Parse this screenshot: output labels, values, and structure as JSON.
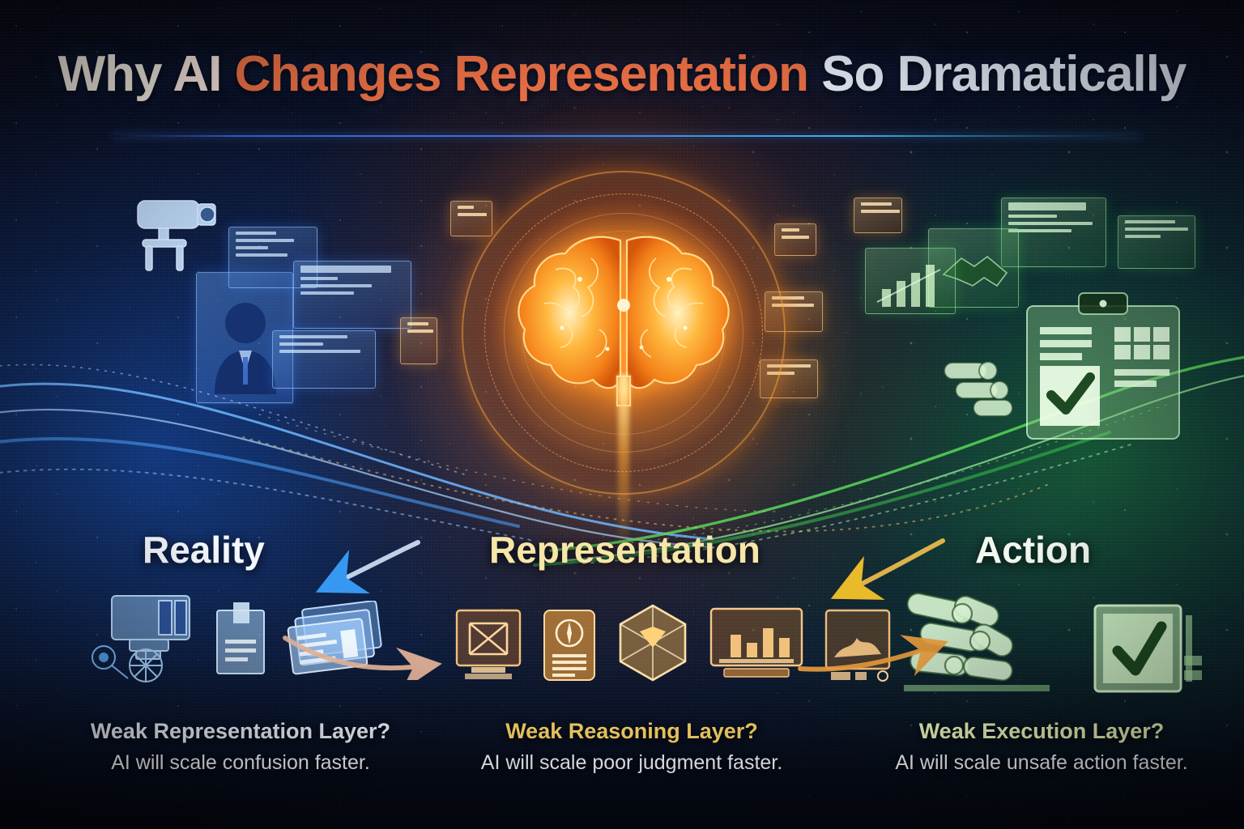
{
  "title": {
    "part1": "Why ",
    "part2": "AI ",
    "part3": "Changes Representation ",
    "part4": "So Dramatically",
    "full": "Why AI Changes Representation So Dramatically",
    "color_part3": "#ec7046",
    "color_part4": "#e7eefb",
    "divider_color": "#3e72e6"
  },
  "sections": {
    "reality": {
      "heading": "Reality",
      "heading_color": "#f2f6fd",
      "accent_color": "#2b6fd8",
      "icons": [
        "camera-icon",
        "document-icon",
        "file-cards-icon"
      ],
      "caption_question": "Weak Representation Layer?",
      "caption_answer": "AI will scale confusion faster.",
      "question_color": "#e9eef8"
    },
    "representation": {
      "heading": "Representation",
      "heading_color": "#f6e6a8",
      "accent_color": "#ef8d2e",
      "icons": [
        "network-diagram-icon",
        "document-icon",
        "hexagon-cube-icon",
        "bar-chart-icon",
        "area-chart-icon"
      ],
      "caption_question": "Weak Reasoning Layer?",
      "caption_answer": "AI will scale poor judgment faster.",
      "question_color": "#f4cf63"
    },
    "action": {
      "heading": "Action",
      "heading_color": "#f2f8ef",
      "accent_color": "#3cbf4a",
      "icons": [
        "robotic-hand-icon",
        "checkmark-box-icon"
      ],
      "caption_question": "Weak Execution Layer?",
      "caption_answer": "AI will scale unsafe action faster.",
      "question_color": "#e9f2b8"
    }
  },
  "center_graphic": {
    "name": "glowing-ai-brain",
    "glow_color": "#ff9a28",
    "ring_count": 4
  },
  "flow_arrows": [
    {
      "name": "reality-to-representation-arrow-in",
      "color": "#2f9ffb",
      "direction": "down-left"
    },
    {
      "name": "reality-to-representation-arrow-out",
      "color": "#e9b79a",
      "direction": "right"
    },
    {
      "name": "representation-to-action-arrow-in",
      "color": "#f5c22a",
      "direction": "down-left"
    },
    {
      "name": "representation-to-action-arrow-out",
      "color": "#e79a3c",
      "direction": "right"
    }
  ],
  "background": {
    "left_tint": "#123f9a",
    "center_tint": "#c2590f",
    "right_tint": "#1a7a2c",
    "base": "#0a1026"
  }
}
